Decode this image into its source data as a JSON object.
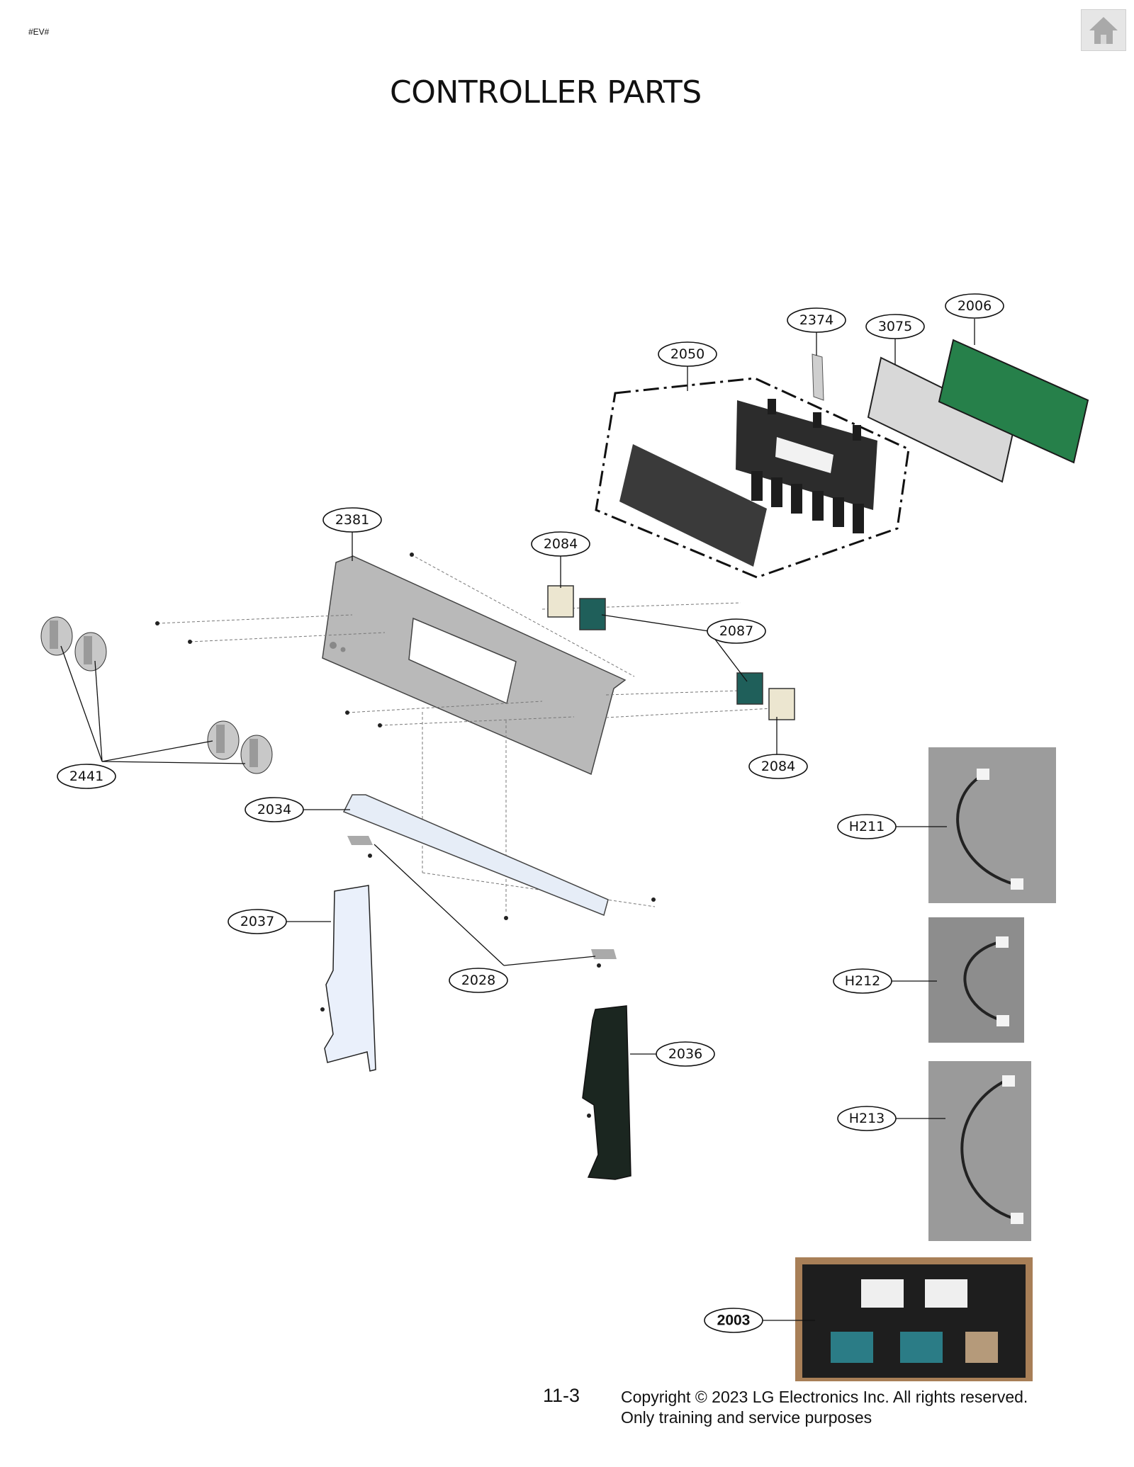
{
  "header": {
    "corner_tag": "#EV#",
    "title": "CONTROLLER PARTS"
  },
  "navigation": {
    "home_icon": "home-icon"
  },
  "callouts": {
    "c2006": "2006",
    "c2374": "2374",
    "c3075": "3075",
    "c2050": "2050",
    "c2381": "2381",
    "c2084a": "2084",
    "c2087": "2087",
    "c2084b": "2084",
    "c2441": "2441",
    "c2034": "2034",
    "c2037": "2037",
    "c2028": "2028",
    "c2036": "2036",
    "cH211": "H211",
    "cH212": "H212",
    "cH213": "H213",
    "c2003": "2003"
  },
  "colors": {
    "pcb_green": "#26804a",
    "display_gray": "#d8d8d8",
    "lcd_dark": "#3a3a3a",
    "panel_gray": "#b9b9b9",
    "switch_teal": "#1f5f5a"
  },
  "footer": {
    "page_number": "11-3",
    "copyright_line1": "Copyright © 2023 LG Electronics Inc. All rights reserved.",
    "copyright_line2": "Only training and service purposes"
  }
}
